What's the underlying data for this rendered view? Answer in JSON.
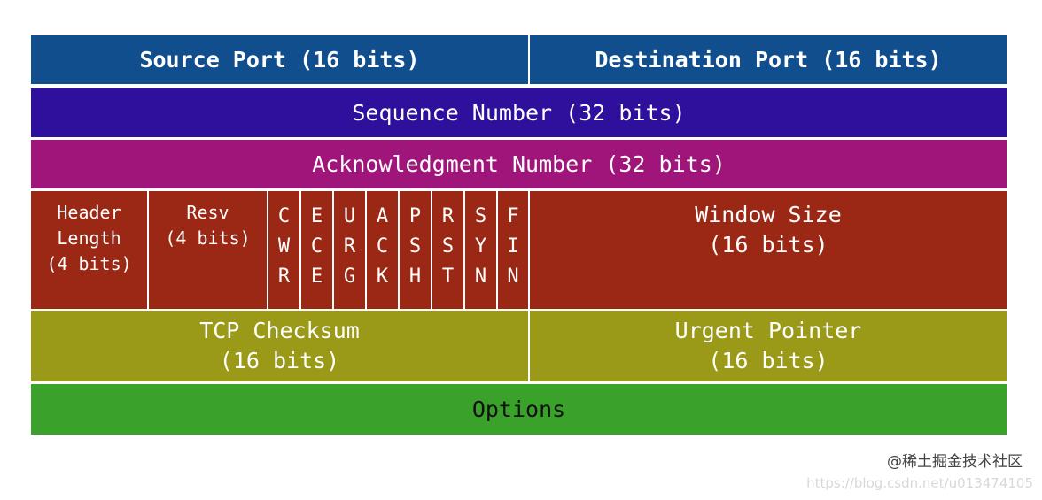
{
  "rows": {
    "ports": {
      "source": "Source Port (16 bits)",
      "destination": "Destination Port (16 bits)"
    },
    "sequence": "Sequence Number (32 bits)",
    "ack": "Acknowledgment Number (32 bits)",
    "control": {
      "header_length": "Header\nLength\n(4 bits)",
      "resv": "Resv\n(4 bits)",
      "flags": [
        [
          "C",
          "W",
          "R"
        ],
        [
          "E",
          "C",
          "E"
        ],
        [
          "U",
          "R",
          "G"
        ],
        [
          "A",
          "C",
          "K"
        ],
        [
          "P",
          "S",
          "H"
        ],
        [
          "R",
          "S",
          "T"
        ],
        [
          "S",
          "Y",
          "N"
        ],
        [
          "F",
          "I",
          "N"
        ]
      ],
      "window_size": "Window Size\n(16 bits)"
    },
    "checksum": {
      "checksum": "TCP Checksum\n(16 bits)",
      "urgent": "Urgent Pointer\n(16 bits)"
    },
    "options": "Options"
  },
  "watermark": "@稀土掘金技术社区",
  "url": "https://blog.csdn.net/u013474105",
  "colors": {
    "ports": "#114e8d",
    "sequence": "#2e109c",
    "ack": "#a0157a",
    "control": "#9a2814",
    "checksum": "#9a9a18",
    "options": "#3aa12a"
  }
}
